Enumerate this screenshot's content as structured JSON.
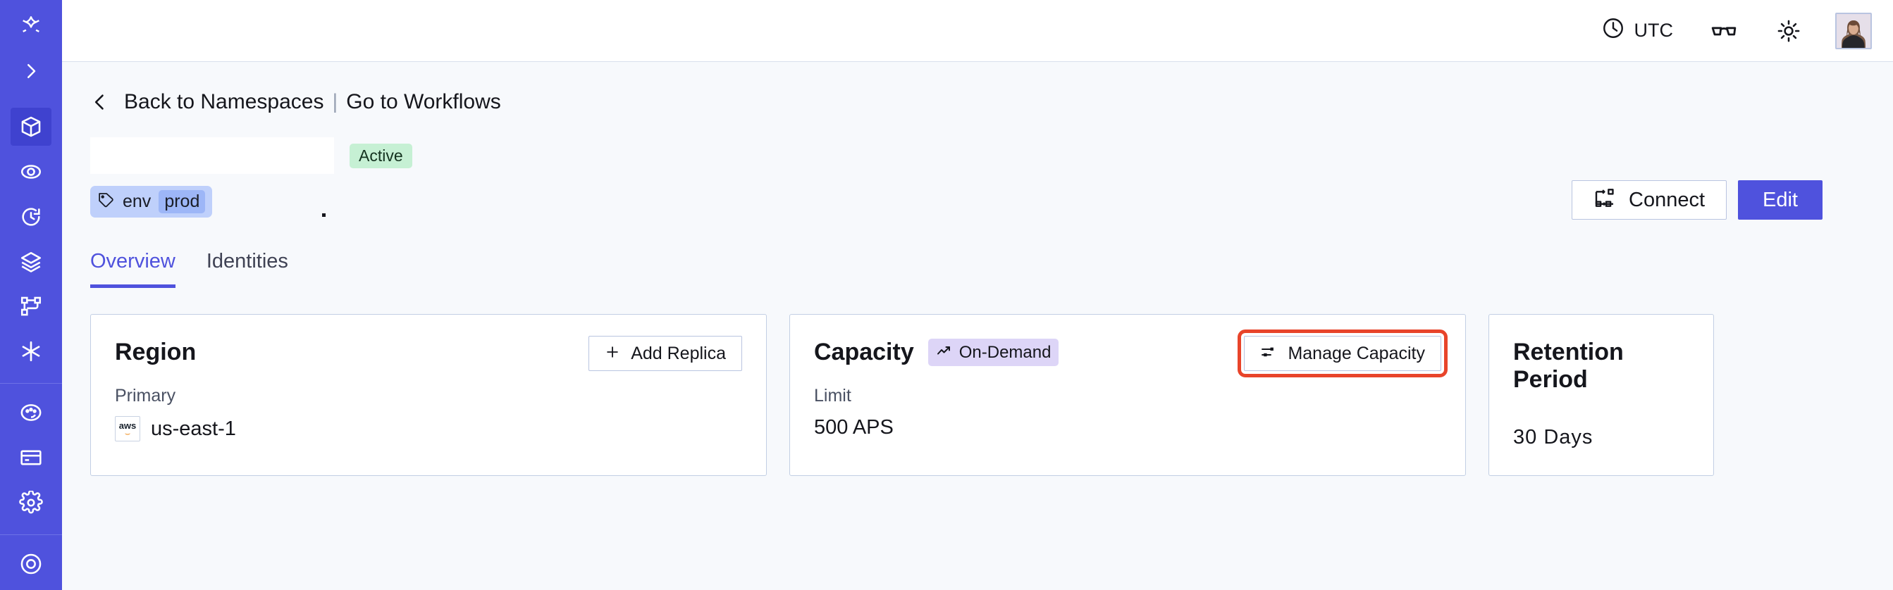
{
  "colors": {
    "brand_indigo": "#4f52dd",
    "sidebar_bg": "#4f52dd",
    "sidebar_active": "#3f42cf",
    "page_bg": "#f7f9fc",
    "card_border": "#c2cfe4",
    "badge_active_bg": "#c6f0d4",
    "badge_ondemand_bg": "#ddd5f7",
    "tag_chip_bg": "#bfd0fb",
    "tag_value_bg": "#9db6f7",
    "highlight_red": "#e8442a",
    "aws_orange": "#ef8f21"
  },
  "sidebar": {
    "items": [
      {
        "name": "logo-icon",
        "active": false
      },
      {
        "name": "expand-icon",
        "active": false
      },
      {
        "name": "namespaces-icon",
        "active": true
      },
      {
        "name": "observability-icon",
        "active": false
      },
      {
        "name": "history-icon",
        "active": false
      },
      {
        "name": "layers-icon",
        "active": false
      },
      {
        "name": "workflows-icon",
        "active": false
      },
      {
        "name": "nexus-icon",
        "active": false
      },
      {
        "name": "usage-icon",
        "active": false
      },
      {
        "name": "billing-icon",
        "active": false
      },
      {
        "name": "settings-icon",
        "active": false
      },
      {
        "name": "support-icon",
        "active": false
      }
    ]
  },
  "topbar": {
    "timezone": "UTC",
    "clock_icon": "clock-icon",
    "glasses_icon": "glasses-icon",
    "theme_icon": "sun-icon",
    "avatar_label": "user-avatar"
  },
  "breadcrumb": {
    "back_chevron": "chevron-left-icon",
    "back_label": "Back to Namespaces",
    "divider": "|",
    "forward_label": "Go to Workflows"
  },
  "header": {
    "title": "",
    "status_badge": "Active",
    "tag": {
      "icon": "tag-icon",
      "key": "env",
      "value": "prod"
    },
    "connect_label": "Connect",
    "connect_icon": "connection-icon",
    "edit_label": "Edit"
  },
  "tabs": [
    {
      "label": "Overview",
      "active": true
    },
    {
      "label": "Identities",
      "active": false
    }
  ],
  "cards": {
    "region": {
      "title": "Region",
      "action_label": "Add Replica",
      "action_icon": "plus-icon",
      "sub_label": "Primary",
      "provider_icon": "aws-logo",
      "provider_text": "aws",
      "value": "us-east-1"
    },
    "capacity": {
      "title": "Capacity",
      "badge_label": "On-Demand",
      "badge_icon": "trending-up-icon",
      "action_label": "Manage Capacity",
      "action_icon": "sliders-icon",
      "sub_label": "Limit",
      "value": "500 APS"
    },
    "retention": {
      "title": "Retention Period",
      "value": "30 Days"
    }
  }
}
